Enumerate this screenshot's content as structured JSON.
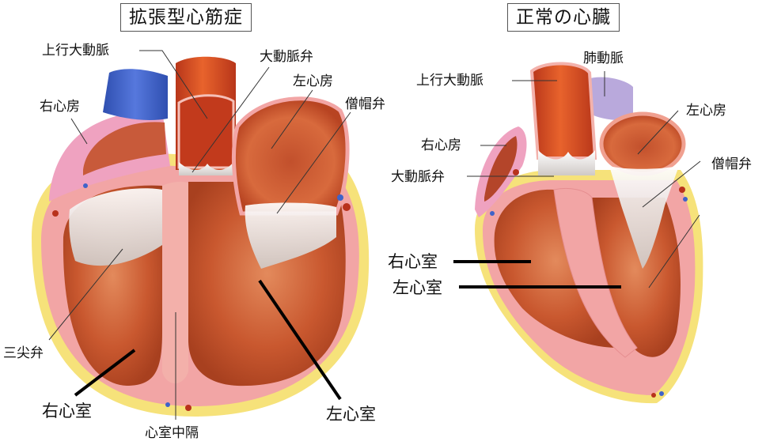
{
  "panels": [
    {
      "id": "dilated",
      "title": "拡張型心筋症",
      "labels": {
        "ascending_aorta": "上行大動脈",
        "right_atrium": "右心房",
        "aortic_valve": "大動脈弁",
        "left_atrium": "左心房",
        "mitral_valve": "僧帽弁",
        "tricuspid_valve": "三尖弁",
        "right_ventricle": "右心室",
        "left_ventricle": "左心室",
        "septum": "心室中隔"
      }
    },
    {
      "id": "normal",
      "title": "正常の心臓",
      "labels": {
        "pulmonary_artery": "肺動脈",
        "ascending_aorta": "上行大動脈",
        "left_atrium": "左心房",
        "right_atrium": "右心房",
        "mitral_valve": "僧帽弁",
        "aortic_valve": "大動脈弁",
        "right_ventricle": "右心室",
        "left_ventricle": "左心室"
      }
    }
  ],
  "colors": {
    "fat": "#f6e27a",
    "myocardium": "#f2a5a5",
    "cavity": "#c8552e",
    "aorta": "#d9481f",
    "vena_cava": "#3f63c9",
    "pulmonary_artery": "#b9a9dc",
    "atrium_wall": "#efa2c0",
    "valve": "#e6e2e0"
  }
}
